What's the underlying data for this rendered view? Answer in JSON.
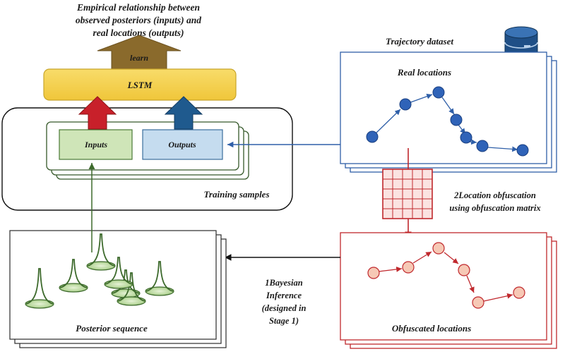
{
  "header": {
    "line1": "Empirical relationship between",
    "line2": "observed posteriors (inputs) and",
    "line3": "real locations (outputs)"
  },
  "learn_label": "learn",
  "lstm_label": "LSTM",
  "training": {
    "inputs_label": "Inputs",
    "outputs_label": "Outputs",
    "caption": "Training samples"
  },
  "trajectory": {
    "title": "Trajectory dataset",
    "real_label": "Real locations"
  },
  "obfuscation": {
    "line1": "2Location obfuscation",
    "line2": "using obfuscation matrix"
  },
  "bayesian": {
    "line1": "1Bayesian",
    "line2": "Inference",
    "line3": "(designed in",
    "line4": "Stage 1)"
  },
  "posterior_label": "Posterior sequence",
  "obfuscated_label": "Obfuscated locations",
  "icons": [
    "database-icon"
  ],
  "colors": {
    "lstm": "#f5d04a",
    "learn_arrow": "#8a6a2c",
    "inputs_arrow": "#c8202a",
    "outputs_arrow": "#1f5a8e",
    "inputs_box": "#cfe5b8",
    "outputs_box": "#c5dcef",
    "real_points": "#2f63b8",
    "obf_points": "#f6c8b5",
    "obf_line": "#c0282d",
    "training_frame": "#36592a"
  }
}
